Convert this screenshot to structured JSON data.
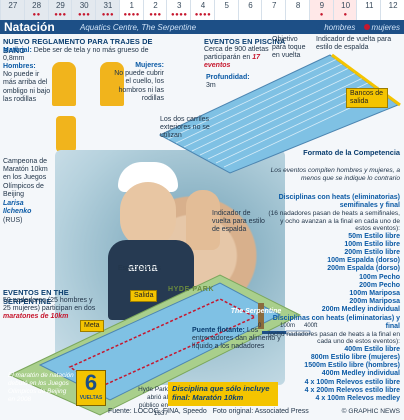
{
  "calendar": {
    "days": [
      {
        "n": "27",
        "dots": "",
        "tone": "july"
      },
      {
        "n": "28",
        "dots": "●●",
        "tone": "july"
      },
      {
        "n": "29",
        "dots": "●●●",
        "tone": "july"
      },
      {
        "n": "30",
        "dots": "●●●",
        "tone": "july"
      },
      {
        "n": "31",
        "dots": "●●●",
        "tone": "july"
      },
      {
        "n": "1",
        "dots": "●●●●",
        "tone": ""
      },
      {
        "n": "2",
        "dots": "●●●",
        "tone": ""
      },
      {
        "n": "3",
        "dots": "●●●●",
        "tone": ""
      },
      {
        "n": "4",
        "dots": "●●●●",
        "tone": ""
      },
      {
        "n": "5",
        "dots": "",
        "tone": ""
      },
      {
        "n": "6",
        "dots": "",
        "tone": ""
      },
      {
        "n": "7",
        "dots": "",
        "tone": ""
      },
      {
        "n": "8",
        "dots": "",
        "tone": ""
      },
      {
        "n": "9",
        "dots": "●",
        "tone": "hi"
      },
      {
        "n": "10",
        "dots": "●",
        "tone": "hi"
      },
      {
        "n": "11",
        "dots": "",
        "tone": ""
      },
      {
        "n": "12",
        "dots": "",
        "tone": ""
      }
    ]
  },
  "header": {
    "title": "Natación",
    "venue": "Aquatics Centre, The Serpentine",
    "legend_men": "hombres",
    "legend_women": "mujeres"
  },
  "colors": {
    "men": "#1d4f86",
    "women": "#c6172e",
    "accent": "#f4c400",
    "water": "#7fc1e4"
  },
  "regulation": {
    "title": "Nuevo Reglamento para Trajes de Baño",
    "material_label": "Material:",
    "material_text": "Debe ser de tela y no más grueso de 0,8mm",
    "men_label": "Hombres:",
    "men_text": "No puede ir más arriba del ombligo ni bajo las rodillas",
    "women_label": "Mujeres:",
    "women_text": "No puede cubrir el cuello, los hombros ni las rodillas"
  },
  "pool": {
    "title": "Eventos en Piscina",
    "line1": "Cerca de 900 atletas participarán en",
    "events": "17 eventos",
    "depth_label": "Profundidad:",
    "depth_value": "3m",
    "outer_lanes": "Los dos carriles exteriores no se utilizan",
    "lap_indicator": "Indicador de vuelta para estilo de espalda",
    "objective": "Objetivo para toque en vuelta",
    "blocks": "Bancos de salida",
    "lap_indicator_back": "Indicador de vuelta para estilo de espalda"
  },
  "athlete": {
    "line1": "Campeona de Maratón 10km en los Juegos Olímpicos de Beijing",
    "name": "Larisa Ilchenko",
    "country": "(RUS)"
  },
  "serpentine": {
    "title": "Eventos en The Serpentine",
    "text": "50 nadadores (25 hombres y 25 mujeres) participan en dos",
    "event": "maratones de 10km",
    "spectators": "Espectadores",
    "start": "Salida",
    "finish": "Meta",
    "bridge_label": "Puente flotante:",
    "bridge_text": "Los entrenadores dan alimento y líquido a los nadadores",
    "hyde_park": "Hyde Park abrió al público en 1637",
    "serpentine_lbl": "The Serpentine",
    "hyde_park_map": "HYDE PARK",
    "scale_0": "0",
    "scale_100": "100m",
    "scale_ft": "400ft",
    "marathon_note": "El maratón de natación debutó en los Juegos Olímpicos de Beijing en 2008"
  },
  "format": {
    "title": "Formato de la Competencia",
    "subtitle": "Los eventos compiten hombres y mujeres, a menos que se indique lo contrario",
    "group1_title": "Disciplinas con heats (eliminatorias) semifinales y final",
    "group1_note": "(16 nadadores pasan de heats a semifinales, y ocho avanzan a la final en cada uno de estos eventos):",
    "group1_items": [
      "50m Estilo libre",
      "100m Estilo libre",
      "200m Estilo libre",
      "100m Espalda (dorso)",
      "200m Espalda (dorso)",
      "100m Pecho",
      "200m Pecho",
      "100m Mariposa",
      "200m Mariposa",
      "200m Medley individual"
    ],
    "group2_title": "Disciplinas con heats (eliminatorias) y final",
    "group2_note": "(ocho nadadores pasan de heats a la final en cada uno de estos eventos):",
    "group2_items": [
      "400m Estilo libre",
      "800m Estilo libre (mujeres)",
      "1500m Estilo libre (hombres)",
      "400m Medley individual",
      "4 x 100m Relevos estilo libre",
      "4 x 200m Relevos estilo libre",
      "4 x 100m Relevos medley"
    ],
    "discipline_box": "Disciplina que sólo incluye final: Maratón 10km"
  },
  "laps": {
    "value": "6",
    "label": "VUELTAS"
  },
  "footer": {
    "source": "Fuente: LOCOG, FINA, Speedo",
    "photo": "Foto original: Associated Press",
    "copyright": "© GRAPHIC NEWS"
  }
}
